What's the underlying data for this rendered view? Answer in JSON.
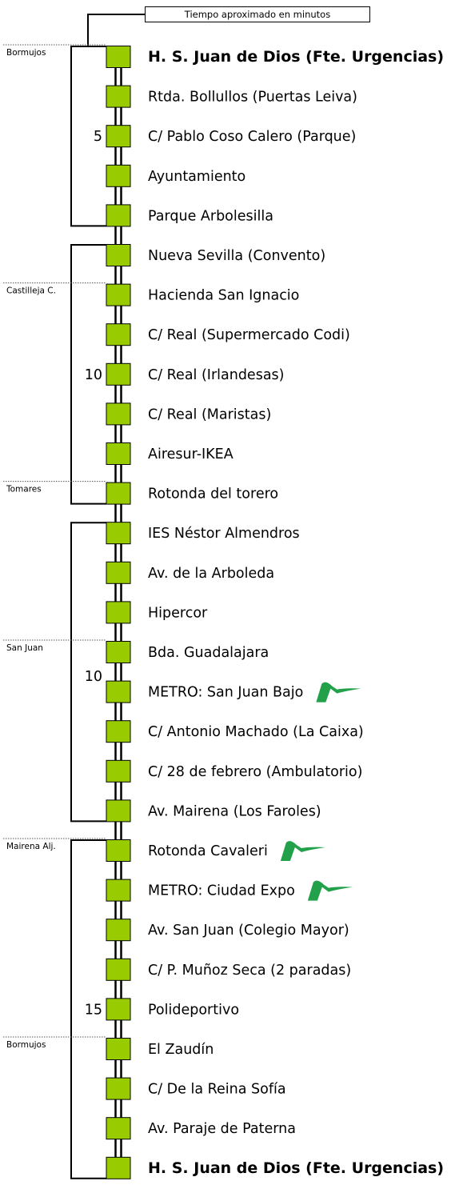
{
  "legend": "Tiempo aproximado en minutos",
  "stops": [
    {
      "name": "H. S. Juan de Dios (Fte. Urgencias)",
      "bold": true,
      "metro": false
    },
    {
      "name": "Rtda. Bollullos (Puertas Leiva)",
      "bold": false,
      "metro": false
    },
    {
      "name": "C/ Pablo Coso Calero (Parque)",
      "bold": false,
      "metro": false
    },
    {
      "name": "Ayuntamiento",
      "bold": false,
      "metro": false
    },
    {
      "name": "Parque Arbolesilla",
      "bold": false,
      "metro": false
    },
    {
      "name": "Nueva Sevilla (Convento)",
      "bold": false,
      "metro": false
    },
    {
      "name": "Hacienda San Ignacio",
      "bold": false,
      "metro": false
    },
    {
      "name": "C/ Real (Supermercado Codi)",
      "bold": false,
      "metro": false
    },
    {
      "name": "C/ Real (Irlandesas)",
      "bold": false,
      "metro": false
    },
    {
      "name": "C/ Real (Maristas)",
      "bold": false,
      "metro": false
    },
    {
      "name": "Airesur-IKEA",
      "bold": false,
      "metro": false
    },
    {
      "name": "Rotonda del torero",
      "bold": false,
      "metro": false
    },
    {
      "name": "IES Néstor Almendros",
      "bold": false,
      "metro": false
    },
    {
      "name": "Av. de la Arboleda",
      "bold": false,
      "metro": false
    },
    {
      "name": "Hipercor",
      "bold": false,
      "metro": false
    },
    {
      "name": "Bda. Guadalajara",
      "bold": false,
      "metro": false
    },
    {
      "name": "METRO: San Juan Bajo",
      "bold": false,
      "metro": true
    },
    {
      "name": "C/ Antonio Machado (La Caixa)",
      "bold": false,
      "metro": false
    },
    {
      "name": "C/ 28 de febrero (Ambulatorio)",
      "bold": false,
      "metro": false
    },
    {
      "name": "Av. Mairena (Los Faroles)",
      "bold": false,
      "metro": false
    },
    {
      "name": "Rotonda Cavaleri",
      "bold": false,
      "metro": true
    },
    {
      "name": "METRO: Ciudad Expo",
      "bold": false,
      "metro": true
    },
    {
      "name": "Av. San Juan (Colegio Mayor)",
      "bold": false,
      "metro": false
    },
    {
      "name": "C/ P. Muñoz Seca (2 paradas)",
      "bold": false,
      "metro": false
    },
    {
      "name": "Polideportivo",
      "bold": false,
      "metro": false
    },
    {
      "name": "El Zaudín",
      "bold": false,
      "metro": false
    },
    {
      "name": "C/ De la Reina Sofía",
      "bold": false,
      "metro": false
    },
    {
      "name": "Av. Paraje de Paterna",
      "bold": false,
      "metro": false
    },
    {
      "name": "H. S. Juan de Dios (Fte. Urgencias)",
      "bold": true,
      "metro": false
    }
  ],
  "zones": [
    {
      "name": "Bormujos",
      "stop": 0
    },
    {
      "name": "Castilleja C.",
      "stop": 6
    },
    {
      "name": "Tomares",
      "stop": 11
    },
    {
      "name": "San Juan",
      "stop": 15
    },
    {
      "name": "Mairena Alj.",
      "stop": 20
    },
    {
      "name": "Bormujos",
      "stop": 25
    }
  ],
  "segments": [
    {
      "from": 0,
      "to": 4,
      "minutes": "5",
      "label_stop": 2
    },
    {
      "from": 5,
      "to": 11,
      "minutes": "10",
      "label_stop": 8
    },
    {
      "from": 12,
      "to": 19,
      "minutes": "10",
      "label_stop": 15.6
    },
    {
      "from": 20,
      "to": 28,
      "minutes": "15",
      "label_stop": 24
    }
  ],
  "colors": {
    "stop_fill": "#99cc00",
    "metro_logo": "#22a04a",
    "line": "#000000"
  }
}
